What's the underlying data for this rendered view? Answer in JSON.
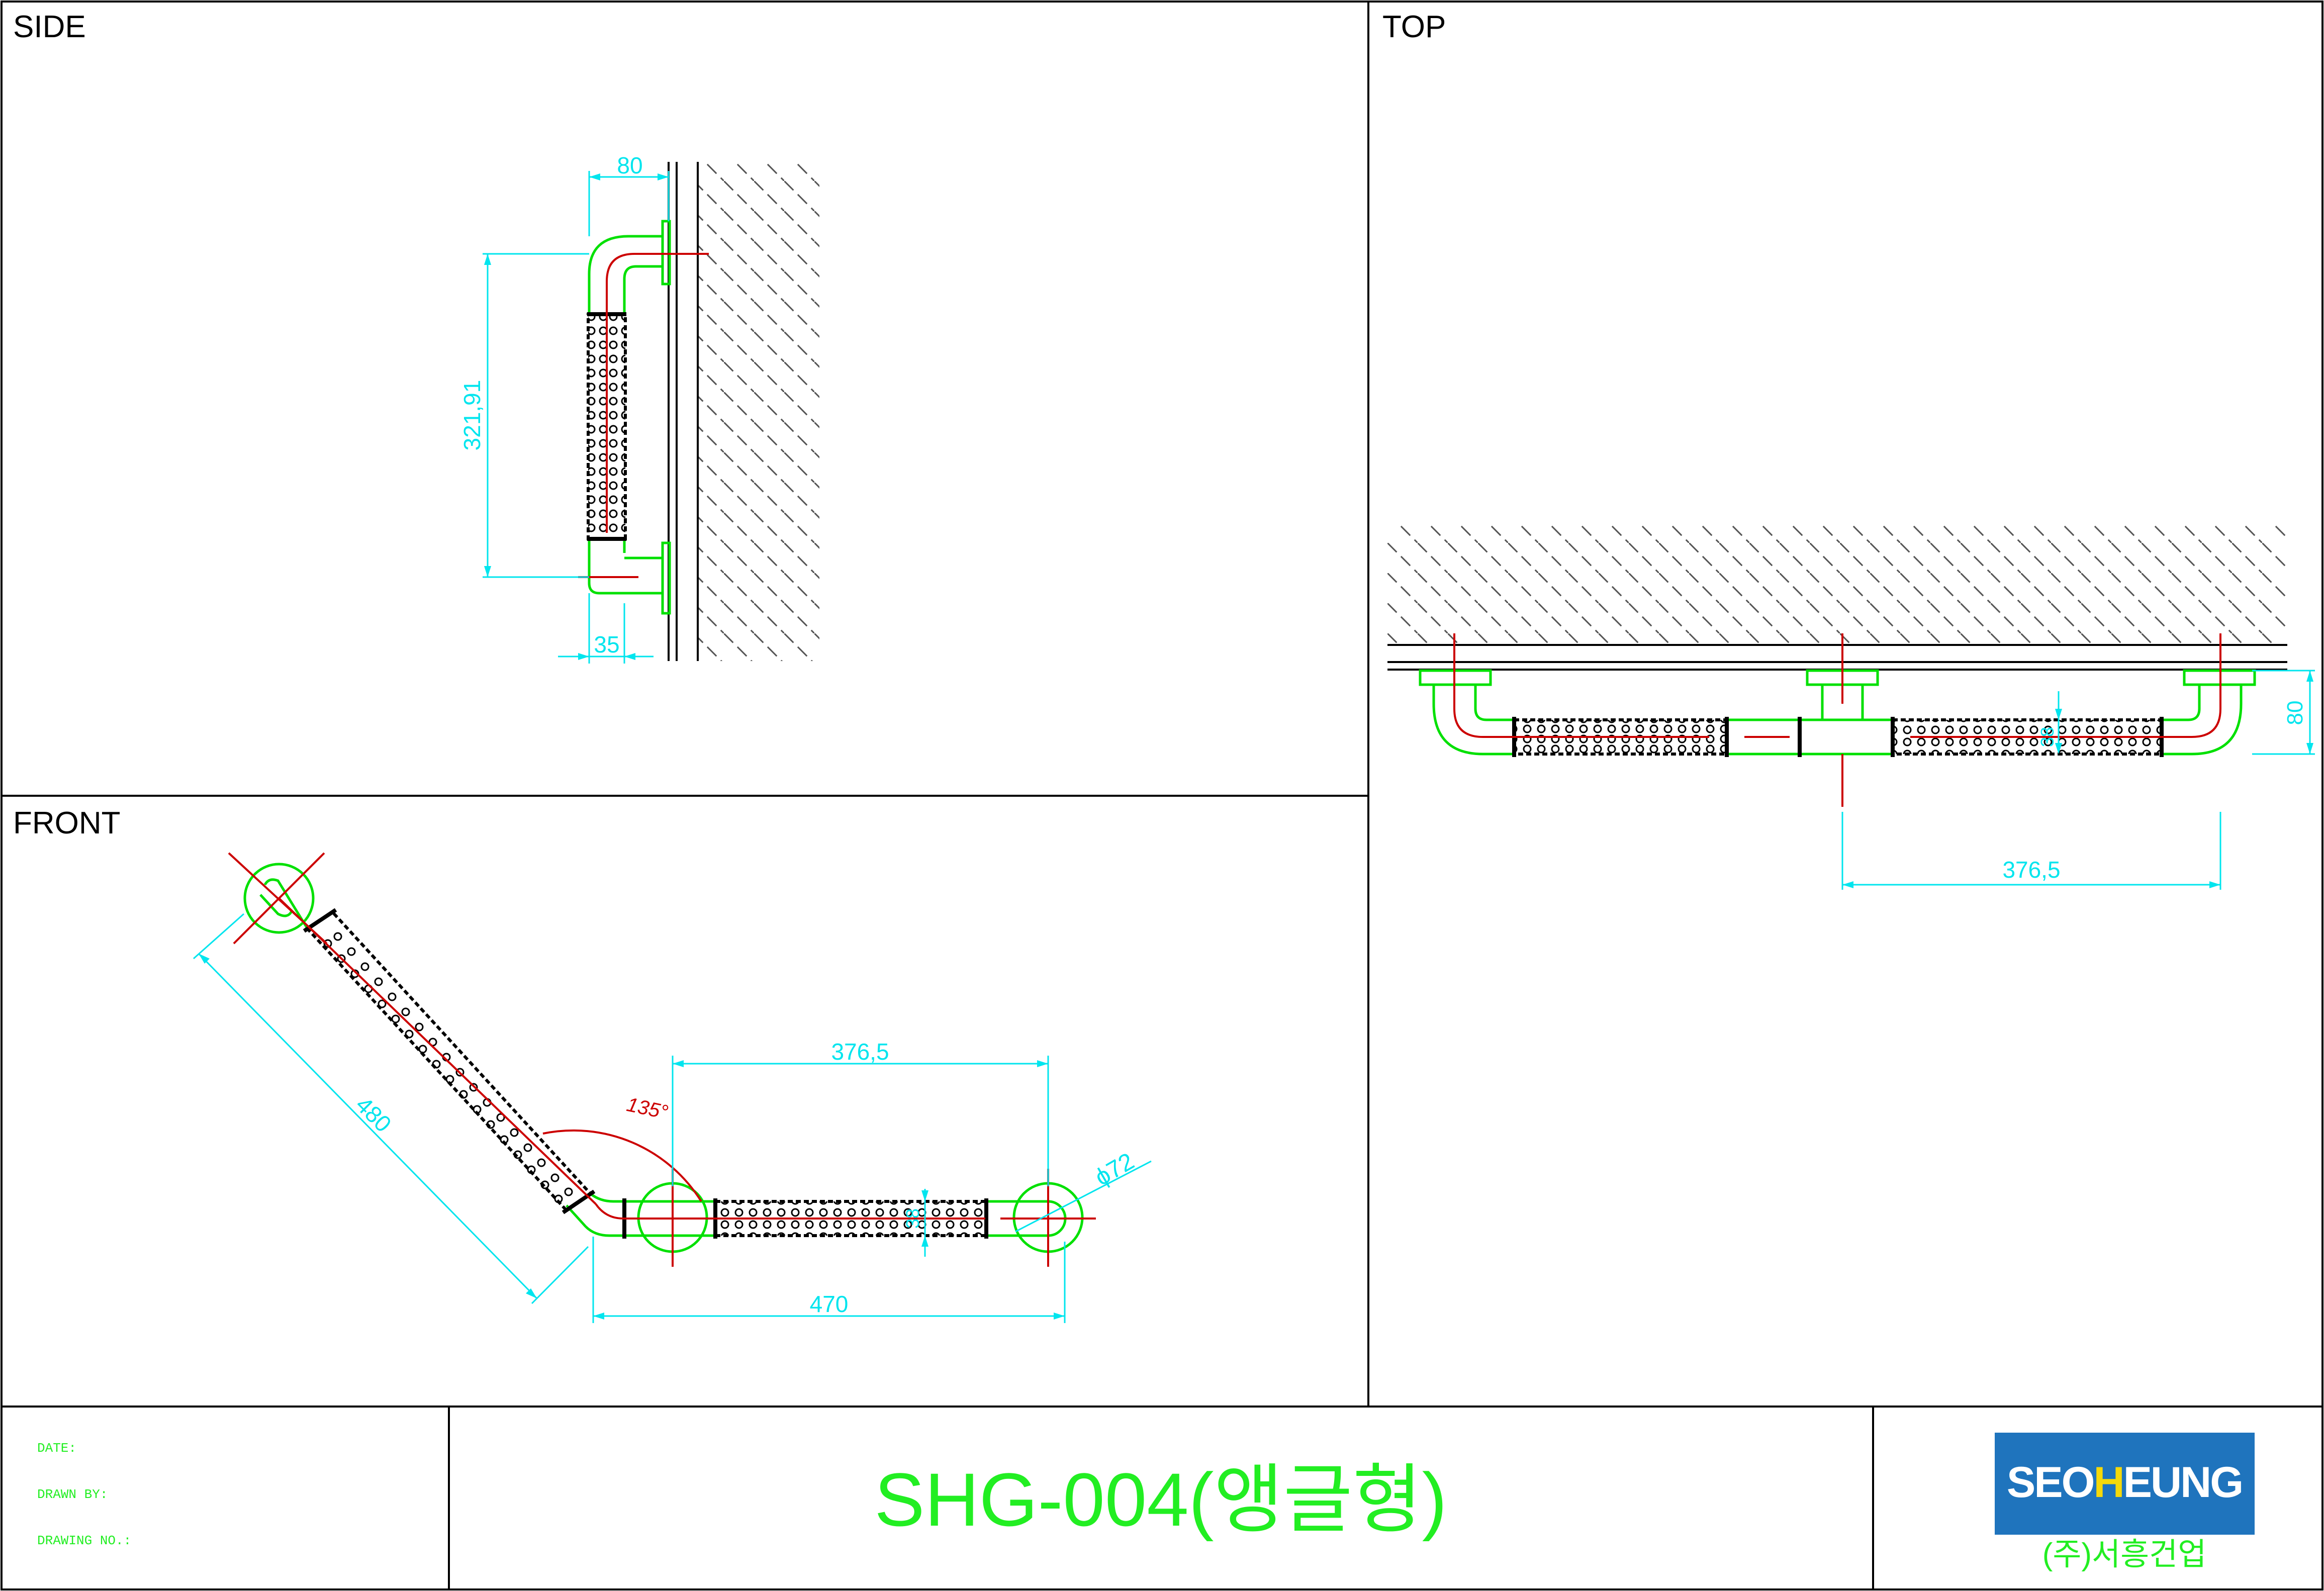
{
  "views": {
    "side": "SIDE",
    "top": "TOP",
    "front": "FRONT"
  },
  "dimensions": {
    "side_depth": "80",
    "side_height": "321,91",
    "side_offset": "35",
    "top_depth": "80",
    "top_length": "376,5",
    "top_small": "38",
    "front_span": "376,5",
    "front_angle": "135°",
    "front_diagonal": "480",
    "front_total": "470",
    "front_diameter": "ϕ72",
    "front_small": "38"
  },
  "title_block": {
    "date_label": "DATE:",
    "drawn_by_label": "DRAWN BY:",
    "drawing_no_label": "DRAWING NO.:",
    "title": "SHG-004(앵글형)",
    "logo_prefix": "SEO",
    "logo_highlight": "H",
    "logo_suffix": "EUNG",
    "company": "(주)서흥건업"
  },
  "colors": {
    "frame": "#000000",
    "pipe": "#00e000",
    "dimension": "#00e5ee",
    "centerline": "#cc0000",
    "title_green": "#22ee22",
    "logo_blue": "#1f74bd",
    "logo_yellow": "#f5d90a"
  }
}
